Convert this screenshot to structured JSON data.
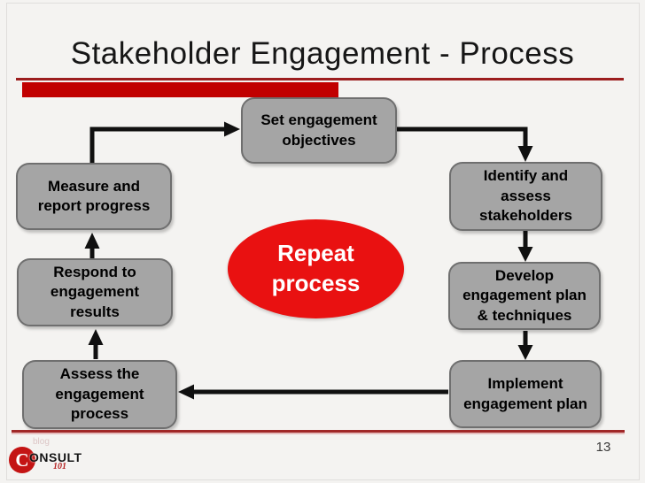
{
  "header": {
    "title": "Stakeholder Engagement - Process"
  },
  "diagram": {
    "center_label": "Repeat\nprocess",
    "boxes": {
      "set_objectives": "Set engagement\nobjectives",
      "identify_assess": "Identify and\nassess\nstakeholders",
      "develop_plan": "Develop\nengagement plan\n& techniques",
      "implement_plan": "Implement\nengagement plan",
      "assess_process": "Assess the\nengagement\nprocess",
      "respond_results": "Respond to\nengagement\nresults",
      "measure_report": "Measure and\nreport progress"
    }
  },
  "footer": {
    "blog_label": "blog",
    "logo_letter": "C",
    "logo_name": "ONSULT",
    "logo_number": "101",
    "page_number": "13"
  },
  "colors": {
    "accent_bar": "#c10000",
    "title_rule": "#9c1e1e",
    "box_fill": "#a5a5a5",
    "ellipse_red": "#e91111",
    "arrow": "#101010"
  }
}
